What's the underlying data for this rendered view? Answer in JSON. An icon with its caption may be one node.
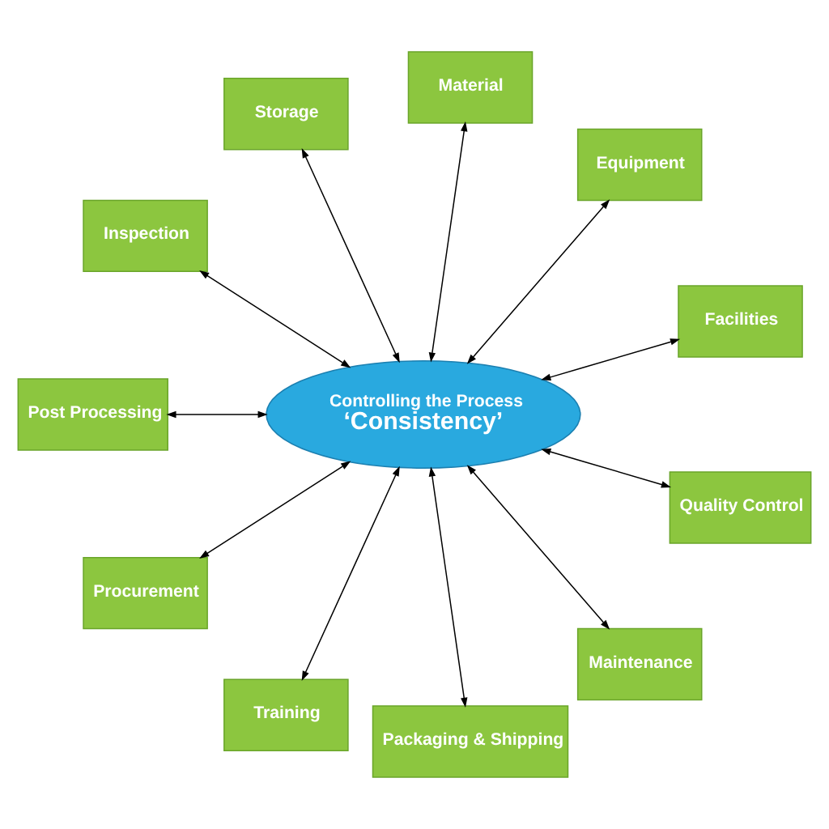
{
  "diagram": {
    "nodes": [
      {
        "text": [
          "Controlling the Process",
          "‘Consistency’"
        ]
      },
      {
        "text": [
          "Facilities"
        ]
      },
      {
        "text": [
          "Equipment"
        ]
      },
      {
        "text": [
          "Material"
        ]
      },
      {
        "text": [
          "Storage"
        ]
      },
      {
        "text": [
          "Inspection"
        ]
      },
      {
        "text": [
          "Post Processing"
        ]
      },
      {
        "text": [
          "Procurement"
        ]
      },
      {
        "text": [
          "Training"
        ]
      },
      {
        "text": [
          "Packaging & Shipping"
        ]
      },
      {
        "text": [
          "Maintenance"
        ]
      },
      {
        "text": [
          "Quality Control"
        ]
      }
    ],
    "edges": [
      {
        "from": 0,
        "to": 1,
        "arrow": "both"
      },
      {
        "from": 0,
        "to": 2,
        "arrow": "both"
      },
      {
        "from": 0,
        "to": 3,
        "arrow": "both"
      },
      {
        "from": 0,
        "to": 4,
        "arrow": "both"
      },
      {
        "from": 0,
        "to": 5,
        "arrow": "both"
      },
      {
        "from": 0,
        "to": 6,
        "arrow": "both"
      },
      {
        "from": 0,
        "to": 7,
        "arrow": "both"
      },
      {
        "from": 0,
        "to": 8,
        "arrow": "both"
      },
      {
        "from": 0,
        "to": 9,
        "arrow": "both"
      },
      {
        "from": 0,
        "to": 10,
        "arrow": "both"
      },
      {
        "from": 0,
        "to": 11,
        "arrow": "both"
      }
    ]
  }
}
